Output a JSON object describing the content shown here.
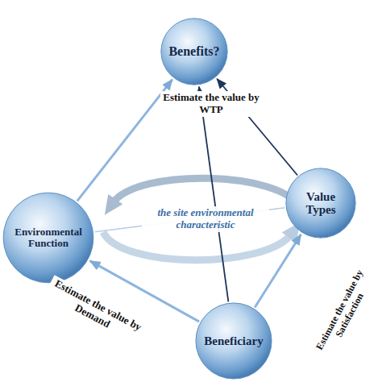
{
  "diagram": {
    "nodes": [
      {
        "text": [
          "Benefits?"
        ]
      },
      {
        "text": [
          "Environmental Function"
        ]
      },
      {
        "text": [
          "Value Types"
        ]
      },
      {
        "text": [
          "Beneficiary"
        ]
      }
    ],
    "edges": [
      {
        "from": 1,
        "to": 0,
        "arrow": "to"
      },
      {
        "from": 3,
        "to": 0,
        "arrow": "to",
        "label": "Estimate the value by WTP"
      },
      {
        "from": 2,
        "to": 0,
        "arrow": "to"
      },
      {
        "from": 3,
        "to": 1,
        "arrow": "to",
        "label": "Estimate the value by Demand"
      },
      {
        "from": 3,
        "to": 2,
        "arrow": "to",
        "label": "Estimate the value by Satisfaction"
      },
      {
        "from": 1,
        "to": 2,
        "arrow": "none"
      }
    ],
    "labels": [
      "the site environmental characteristic"
    ]
  }
}
